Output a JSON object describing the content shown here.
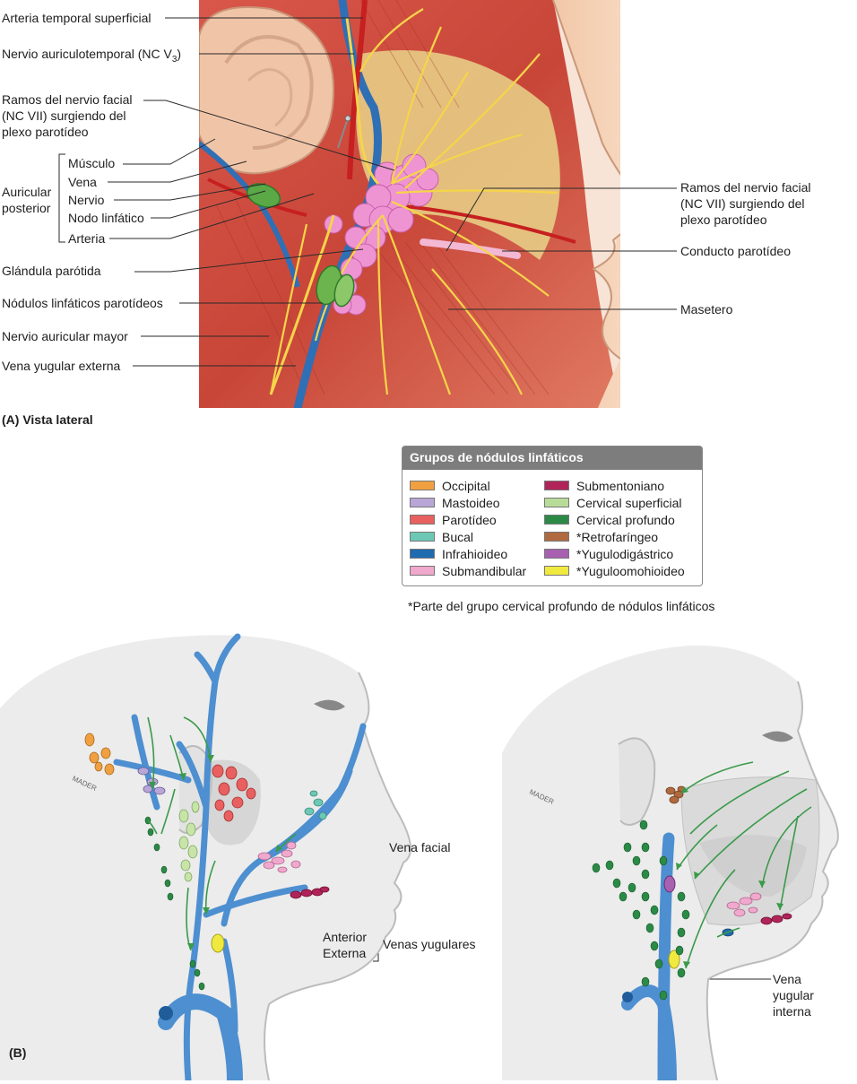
{
  "panel_a": {
    "caption": "(A) Vista lateral",
    "labels": {
      "arteria_temporal": "Arteria temporal superficial",
      "nervio_auriculotemporal": "Nervio auriculotemporal (NC V",
      "nervio_auriculotemporal_sub": "3",
      "nervio_auriculotemporal_end": ")",
      "ramos_left": "Ramos del nervio facial\n(NC VII) surgiendo del\nplexo parotídeo",
      "auricular_posterior": "Auricular\nposterior",
      "musculo": "Músculo",
      "vena": "Vena",
      "nervio": "Nervio",
      "nodo_linfatico": "Nodo linfático",
      "arteria": "Arteria",
      "glandula_parotida": "Glándula parótida",
      "nodulos_parotideos": "Nódulos linfáticos parotídeos",
      "nervio_auricular_mayor": "Nervio auricular mayor",
      "vena_yugular_externa": "Vena yugular externa",
      "ramos_right": "Ramos del nervio facial\n(NC VII) surgiendo del\nplexo parotídeo",
      "conducto_parotideo": "Conducto parotídeo",
      "masetero": "Masetero"
    }
  },
  "legend": {
    "title": "Grupos de nódulos linfáticos",
    "left": [
      {
        "label": "Occipital",
        "color": "#f0a040"
      },
      {
        "label": "Mastoideo",
        "color": "#b7a6d6"
      },
      {
        "label": "Parotídeo",
        "color": "#e86060"
      },
      {
        "label": "Bucal",
        "color": "#6cc8b4"
      },
      {
        "label": "Infrahioideo",
        "color": "#1f6bb0"
      },
      {
        "label": "Submandibular",
        "color": "#f0a8cc"
      }
    ],
    "right": [
      {
        "label": "Submentoniano",
        "color": "#b0245a"
      },
      {
        "label": "Cervical superficial",
        "color": "#b8dc98"
      },
      {
        "label": "Cervical profundo",
        "color": "#2a8a46"
      },
      {
        "label": "*Retrofaríngeo",
        "color": "#b06a40"
      },
      {
        "label": "*Yugulodigástrico",
        "color": "#a860b0"
      },
      {
        "label": "*Yuguloomohioideo",
        "color": "#f0ea40"
      }
    ]
  },
  "footnote": "*Parte del grupo cervical profundo de nódulos linfáticos",
  "panel_b": {
    "caption": "(B)",
    "mader_mark": "MADER",
    "vena_facial": "Vena facial",
    "anterior": "Anterior",
    "externa": "Externa",
    "venas_yugulares": "Venas yugulares",
    "vena_yugular_interna": "Vena\nyugular\ninterna"
  }
}
